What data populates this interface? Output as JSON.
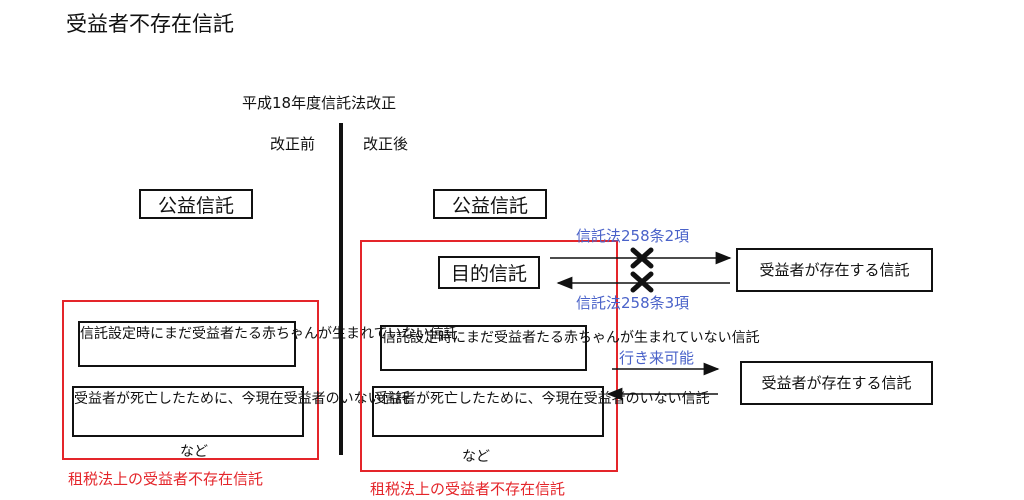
{
  "title": "受益者不存在信託",
  "subtitle": "平成18年度信託法改正",
  "labels": {
    "before": "改正前",
    "after": "改正後"
  },
  "left": {
    "koueki": "公益信託",
    "item1": "信託設定時にまだ受益者たる赤ちゃんが生まれていない信託",
    "item2": "受益者が死亡したために、今現在受益者のいない信託",
    "nado": "など",
    "caption": "租税法上の受益者不存在信託"
  },
  "right": {
    "koueki": "公益信託",
    "mokuteki": "目的信託",
    "item1": "信託設定時にまだ受益者たる赤ちゃんが生まれていない信託",
    "item2": "受益者が死亡したために、今現在受益者のいない信託",
    "nado": "など",
    "caption": "租税法上の受益者不存在信託",
    "law_2": "信託法258条2項",
    "law_3": "信託法258条3項",
    "ikiki": "行き来可能",
    "target1": "受益者が存在する信託",
    "target2": "受益者が存在する信託"
  },
  "colors": {
    "red": "#e4252a",
    "blue": "#4a62c9",
    "line": "#111111"
  }
}
